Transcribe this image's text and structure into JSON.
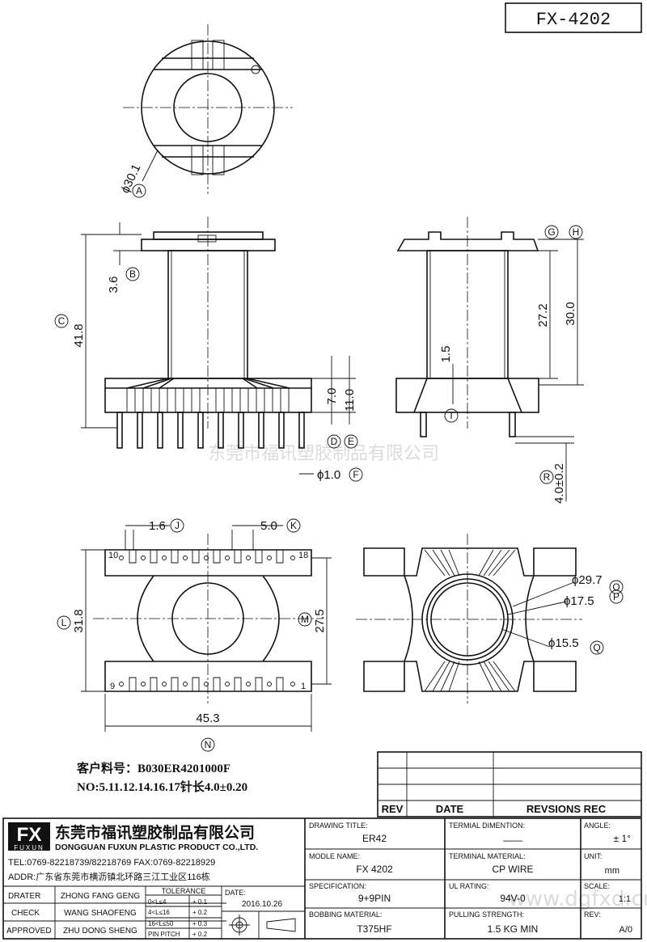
{
  "drawing_number": "FX-4202",
  "watermark_company": "东莞市福讯塑胶制品有限公司",
  "watermark_url": "www.dgfxd.cn",
  "top_view": {
    "diameter": "ϕ30.1",
    "label": "A"
  },
  "front_view": {
    "overall_height": "41.8",
    "overall_height_label": "C",
    "flange_thickness": "3.6",
    "flange_label": "B",
    "base_height": "7.0",
    "base_label": "D",
    "base_plus_flange": "11.0",
    "base_plus_label": "E",
    "pin_diameter": "ϕ1.0",
    "pin_label": "F"
  },
  "side_view": {
    "height_a": "27.2",
    "height_a_label": "G",
    "height_b": "30.0",
    "height_b_label": "H",
    "wall": "1.5",
    "wall_label": "I",
    "pin_length": "4.0±0.2",
    "pin_length_label": "R"
  },
  "bottom_view": {
    "slot_width": "1.6",
    "slot_label": "J",
    "pitch": "5.0",
    "pitch_label": "K",
    "overall_depth": "31.8",
    "depth_label": "L",
    "inner_depth": "27.5",
    "inner_label": "M",
    "overall_width": "45.3",
    "width_label": "N",
    "pin_first_left": "10",
    "pin_last_right": "18",
    "pin_bottom_left": "9",
    "pin_bottom_right": "1"
  },
  "section_view": {
    "d_outer": "ϕ29.7",
    "d_outer_label": "O",
    "d_mid": "ϕ17.5",
    "d_mid_label": "P",
    "d_inner": "ϕ15.5",
    "d_inner_label": "Q"
  },
  "notes": {
    "customer_part": "客户料号：B030ER4201000F",
    "pin_note": "NO:5.11.12.14.16.17针长4.0±0.20"
  },
  "revision_table": {
    "col_rev": "REV",
    "col_date": "DATE",
    "col_rec": "REVSIONS REC"
  },
  "company": {
    "logo": "FX",
    "logo_sub": "FUXUN",
    "name_cn": "东莞市福讯塑胶制品有限公司",
    "name_en": "DONGGUAN FUXUN PLASTIC PRODUCT CO.,LTD.",
    "tel": "TEL:0769-82218739/82218769 FAX:0769-82218929",
    "addr": "ADDR:广东省东莞市横沥镇北环路三江工业区116栋"
  },
  "title_block": {
    "drawing_title_label": "DRAWING TITLE:",
    "drawing_title": "ER42",
    "module_name_label": "MODLE NAME:",
    "module_name": "FX 4202",
    "spec_label": "SPECIFICATION:",
    "spec": "9+9PIN",
    "bobbin_material_label": "BOBBING MATERIAL:",
    "bobbin_material": "T375HF",
    "terminal_dim_label": "TERMIAL DIMENTION:",
    "terminal_dim": "——",
    "terminal_mat_label": "TERMINAL MATERIAL:",
    "terminal_mat": "CP WIRE",
    "ul_label": "UL RATING:",
    "ul": "94V-0",
    "pulling_label": "PULLING STRENGTH:",
    "pulling": "1.5 KG MIN",
    "angle_label": "ANGLE:",
    "angle": "± 1°",
    "unit_label": "UNIT:",
    "unit": "mm",
    "scale_label": "SCALE:",
    "scale": "1:1",
    "rev_label": "REV:",
    "rev": "A/0",
    "drater_label": "DRATER",
    "drater": "ZHONG FANG GENG",
    "check_label": "CHECK",
    "check": "WANG SHAOFENG",
    "approved_label": "APPROVED",
    "approved": "ZHU DONG SHENG",
    "tolerance_label": "TOLERANCE",
    "tol_1": "0<L≤4",
    "tol_1v": "+ 0.1",
    "tol_2": "4<L≤16",
    "tol_2v": "+ 0.2",
    "tol_3": "16<L≤50",
    "tol_3v": "+ 0.3",
    "tol_4": "PIN PITCH",
    "tol_4v": "+ 0.2",
    "date_label": "DATE:",
    "date": "2016.10.26"
  }
}
